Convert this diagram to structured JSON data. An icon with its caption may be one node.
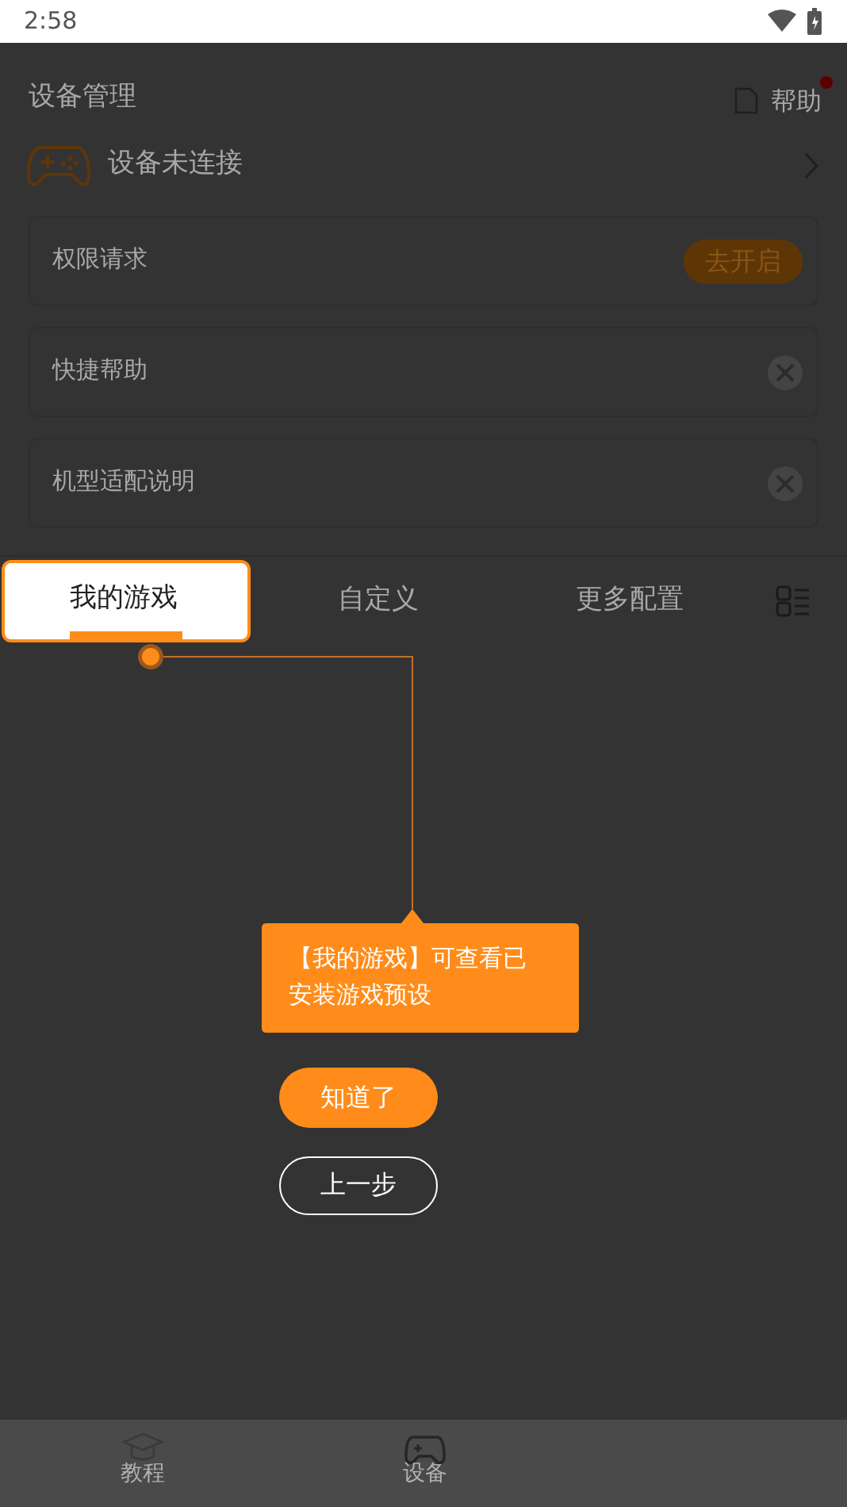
{
  "diagram": {
    "nodes": [
      {
        "text": [
          "权限请求"
        ]
      },
      {
        "text": [
          "去开启"
        ],
        "in": 0
      },
      {
        "text": [
          "快捷帮助"
        ]
      },
      {
        "text": [
          "机型适配说明"
        ]
      },
      {
        "text": [
          "我的游戏"
        ]
      },
      {
        "text": [],
        "shape": "circle"
      },
      {
        "text": [
          "【我的游戏】可查看已安装游戏预设"
        ]
      },
      {
        "text": [
          "知道了"
        ]
      },
      {
        "text": [
          "上一步"
        ]
      }
    ],
    "edges": [
      {
        "from": 6,
        "to": 5,
        "arrow": "none"
      }
    ],
    "labels": [
      "2:58",
      "设备管理",
      "帮助",
      "设备未连接",
      "自定义",
      "更多配置",
      "教程",
      "设备"
    ]
  }
}
